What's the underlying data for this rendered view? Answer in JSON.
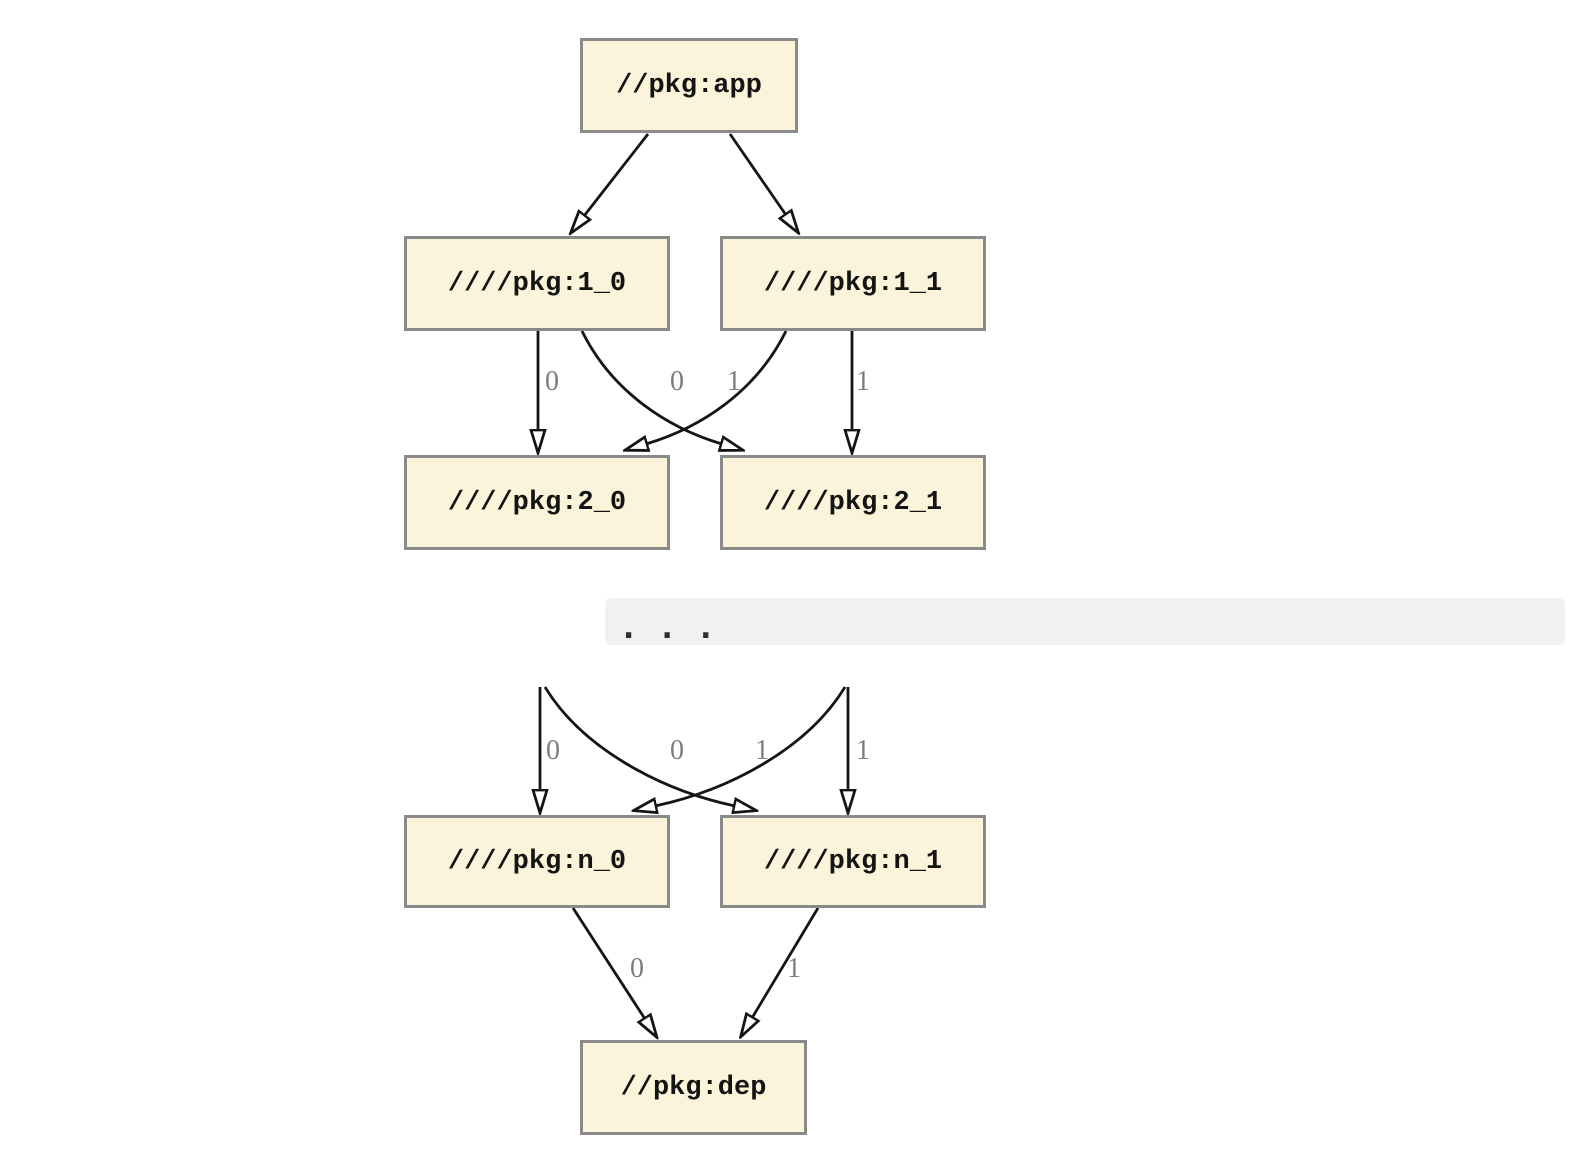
{
  "colors": {
    "node-fill": "#FBF4DA",
    "node-border": "#8A8A8A",
    "node-text": "#141414",
    "edge": "#151515",
    "edge-label": "#7D7D7D",
    "band-bg": "#F1F1F1",
    "band-text": "#2F2F2F",
    "background": "#FFFFFF"
  },
  "diagram": {
    "type": "dependency-graph",
    "nodes": [
      {
        "id": "app",
        "label": "//pkg:app"
      },
      {
        "id": "pkg1_0",
        "label": "////pkg:1_0"
      },
      {
        "id": "pkg1_1",
        "label": "////pkg:1_1"
      },
      {
        "id": "pkg2_0",
        "label": "////pkg:2_0"
      },
      {
        "id": "pkg2_1",
        "label": "////pkg:2_1"
      },
      {
        "id": "pkgn_0",
        "label": "////pkg:n_0"
      },
      {
        "id": "pkgn_1",
        "label": "////pkg:n_1"
      },
      {
        "id": "dep",
        "label": "//pkg:dep"
      }
    ],
    "ellipsis": ". . .",
    "edges": [
      {
        "from": "app",
        "to": "pkg1_0",
        "label": ""
      },
      {
        "from": "app",
        "to": "pkg1_1",
        "label": ""
      },
      {
        "from": "pkg1_0",
        "to": "pkg2_0",
        "label": "0"
      },
      {
        "from": "pkg1_1",
        "to": "pkg2_0",
        "label": "0"
      },
      {
        "from": "pkg1_0",
        "to": "pkg2_1",
        "label": "1"
      },
      {
        "from": "pkg1_1",
        "to": "pkg2_1",
        "label": "1"
      },
      {
        "from": "ellipsis",
        "to": "pkgn_0",
        "label": "0"
      },
      {
        "from": "ellipsis",
        "to": "pkgn_0",
        "label": "0"
      },
      {
        "from": "ellipsis",
        "to": "pkgn_1",
        "label": "1"
      },
      {
        "from": "ellipsis",
        "to": "pkgn_1",
        "label": "1"
      },
      {
        "from": "pkgn_0",
        "to": "dep",
        "label": "0"
      },
      {
        "from": "pkgn_1",
        "to": "dep",
        "label": "1"
      }
    ]
  }
}
